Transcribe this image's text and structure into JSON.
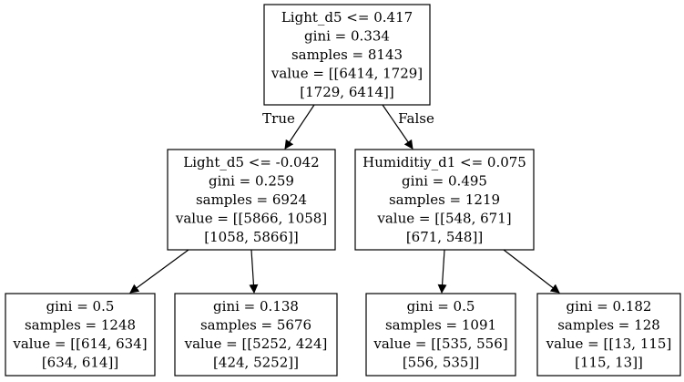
{
  "tree": {
    "nodes": [
      {
        "id": "node-0",
        "lines": [
          "Light_d5 <= 0.417",
          "gini = 0.334",
          "samples = 8143",
          "value = [[6414, 1729]",
          "[1729, 6414]]"
        ]
      },
      {
        "id": "node-1",
        "lines": [
          "Light_d5 <= -0.042",
          "gini = 0.259",
          "samples = 6924",
          "value = [[5866, 1058]",
          "[1058, 5866]]"
        ]
      },
      {
        "id": "node-2",
        "lines": [
          "Humiditiy_d1 <= 0.075",
          "gini = 0.495",
          "samples = 1219",
          "value = [[548, 671]",
          "[671, 548]]"
        ]
      },
      {
        "id": "node-3",
        "lines": [
          "gini = 0.5",
          "samples = 1248",
          "value = [[614, 634]",
          "[634, 614]]"
        ]
      },
      {
        "id": "node-4",
        "lines": [
          "gini = 0.138",
          "samples = 5676",
          "value = [[5252, 424]",
          "[424, 5252]]"
        ]
      },
      {
        "id": "node-5",
        "lines": [
          "gini = 0.5",
          "samples = 1091",
          "value = [[535, 556]",
          "[556, 535]]"
        ]
      },
      {
        "id": "node-6",
        "lines": [
          "gini = 0.182",
          "samples = 128",
          "value = [[13, 115]",
          "[115, 13]]"
        ]
      }
    ],
    "edges": [
      {
        "from": "node-0",
        "to": "node-1",
        "label": "True"
      },
      {
        "from": "node-0",
        "to": "node-2",
        "label": "False"
      },
      {
        "from": "node-1",
        "to": "node-3",
        "label": ""
      },
      {
        "from": "node-1",
        "to": "node-4",
        "label": ""
      },
      {
        "from": "node-2",
        "to": "node-5",
        "label": ""
      },
      {
        "from": "node-2",
        "to": "node-6",
        "label": ""
      }
    ]
  }
}
